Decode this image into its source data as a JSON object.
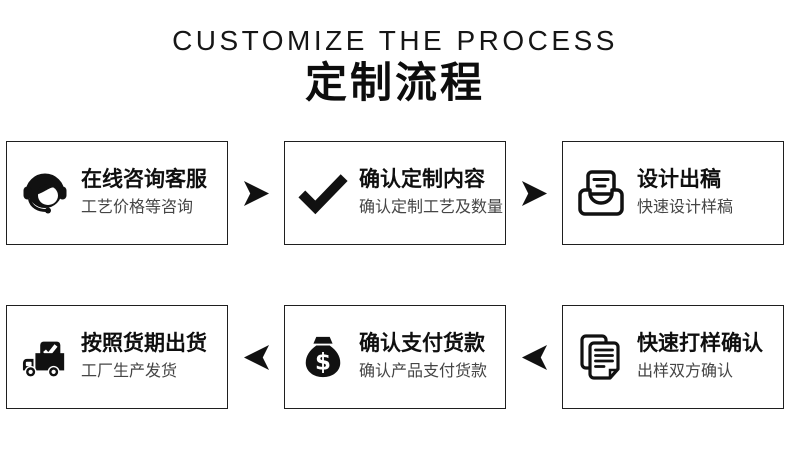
{
  "header": {
    "title_en": "CUSTOMIZE THE PROCESS",
    "title_zh": "定制流程"
  },
  "colors": {
    "text": "#0f0f0f",
    "subtitle_text": "#454545",
    "box_border": "#1f1f1f",
    "icon": "#111111",
    "background": "#ffffff"
  },
  "rows": [
    {
      "arrow_direction": "right",
      "arrow_icon": "right-arrow-icon",
      "steps": [
        {
          "icon": "customer-service-icon",
          "title": "在线咨询客服",
          "subtitle": "工艺价格等咨询"
        },
        {
          "icon": "check-icon",
          "title": "确认定制内容",
          "subtitle": "确认定制工艺及数量"
        },
        {
          "icon": "design-draft-icon",
          "title": "设计出稿",
          "subtitle": "快速设计样稿"
        }
      ]
    },
    {
      "arrow_direction": "left",
      "arrow_icon": "left-arrow-icon",
      "steps": [
        {
          "icon": "delivery-truck-icon",
          "title": "按照货期出货",
          "subtitle": "工厂生产发货"
        },
        {
          "icon": "money-bag-icon",
          "title": "确认支付货款",
          "subtitle": "确认产品支付货款"
        },
        {
          "icon": "documents-icon",
          "title": "快速打样确认",
          "subtitle": "出样双方确认"
        }
      ]
    }
  ]
}
